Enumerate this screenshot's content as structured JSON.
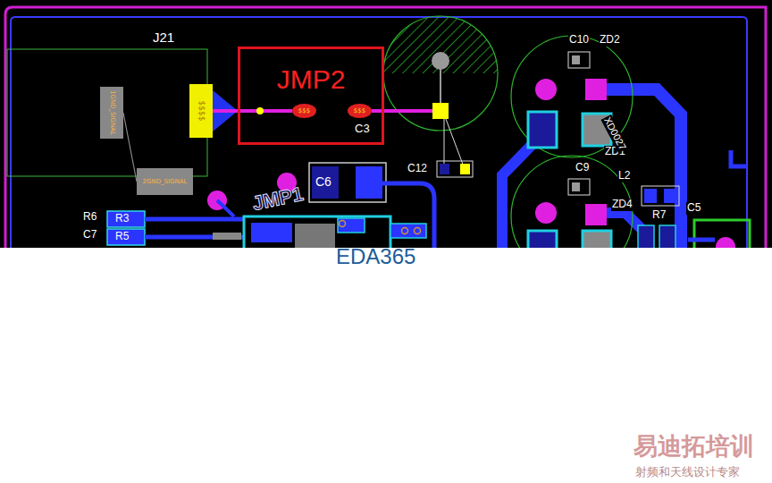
{
  "diagram": {
    "nodes": [
      {
        "text": [
          "JMP2"
        ]
      },
      {
        "text": [
          "$$$"
        ],
        "in": 0
      },
      {
        "text": [
          "$$$"
        ],
        "in": 0
      },
      {
        "text": [
          "$$$$"
        ]
      },
      {
        "text": [
          "1GND_SIGNAL"
        ]
      },
      {
        "text": [
          "2GND_SIGNAL"
        ]
      }
    ],
    "edges": [
      {
        "from": 3,
        "to": 1,
        "arrow": "none"
      },
      {
        "from": 4,
        "to": 5,
        "arrow": "none"
      }
    ],
    "labels": [
      "J21",
      "C3",
      "C6",
      "C12",
      "C10",
      "ZD2",
      "ZD1",
      "C9",
      "L2",
      "ZD4",
      "R7",
      "C5",
      "XD0027",
      "JMP1",
      "R6",
      "C7",
      "R3",
      "R5",
      "EDA365",
      "易迪拓培训",
      "射频和天线设计专家"
    ]
  }
}
